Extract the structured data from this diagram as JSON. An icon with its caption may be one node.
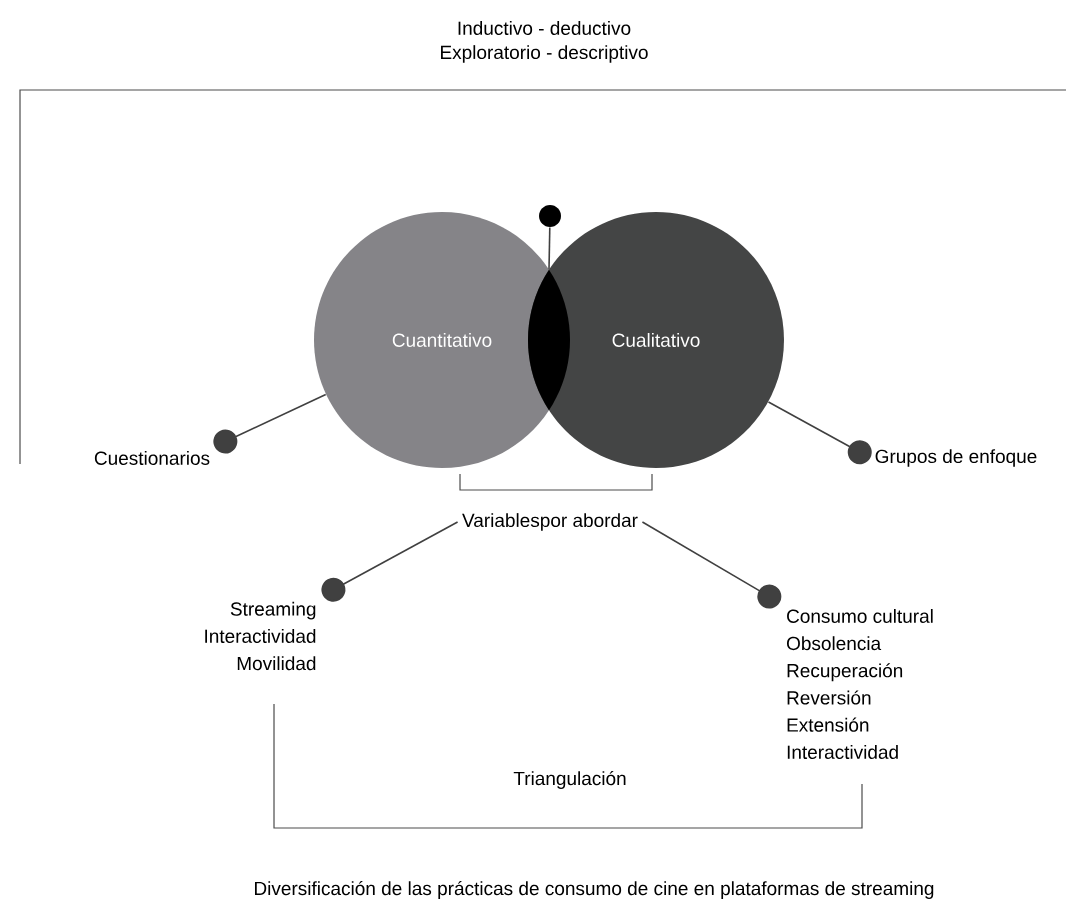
{
  "diagram": {
    "caption": "Diversificación de las prácticas de consumo de cine en plataformas de streaming",
    "nodes": [
      {
        "text": [
          "Cuantitativo"
        ]
      },
      {
        "text": [
          "Cualitativo"
        ]
      },
      {
        "text": [],
        "shape": "lens"
      },
      {
        "text": [
          "Cuestionarios"
        ]
      },
      {
        "text": [
          "Grupos de enfoque"
        ]
      },
      {
        "text": [
          "Variablespor abordar"
        ]
      },
      {
        "text": [
          "Streaming",
          "Interactividad",
          "Movilidad"
        ]
      },
      {
        "text": [
          "Consumo cultural",
          "Obsolencia",
          "Recuperación",
          "Reversión",
          "Extensión",
          "Interactividad"
        ]
      },
      {
        "text": [],
        "shape": "circle"
      }
    ],
    "edges": [
      {
        "from": 0,
        "to": 3,
        "arrow": "other"
      },
      {
        "from": 1,
        "to": 4,
        "arrow": "other"
      },
      {
        "from": 8,
        "to": 2,
        "arrow": "none"
      },
      {
        "from": 5,
        "to": 6,
        "arrow": "other"
      },
      {
        "from": 5,
        "to": 7,
        "arrow": "other"
      }
    ],
    "labels": [
      "Inductivo - deductivo",
      "Exploratorio - descriptivo",
      "Triangulación"
    ]
  }
}
